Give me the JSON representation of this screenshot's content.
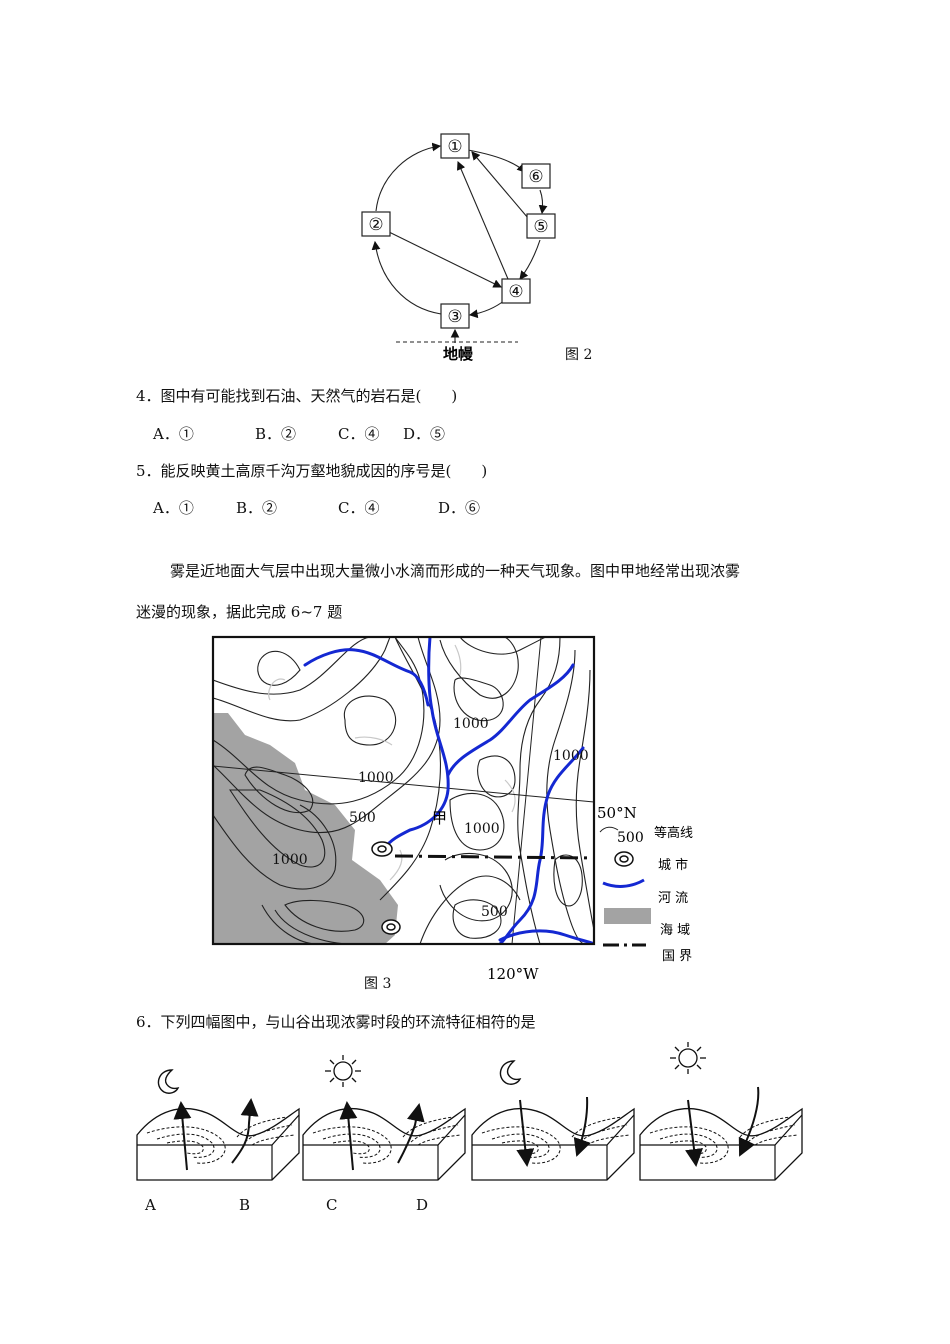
{
  "figure2": {
    "nodes": [
      "①",
      "②",
      "③",
      "④",
      "⑤",
      "⑥"
    ],
    "mantle_label": "地幔",
    "caption": "图 2"
  },
  "questions": {
    "q4": {
      "stem": "4．图中有可能找到石油、天然气的岩石是(　　)",
      "options": [
        "A．①",
        "B．②",
        "C．④",
        "D．⑤"
      ]
    },
    "q5": {
      "stem": "5．能反映黄土高原千沟万壑地貌成因的序号是(　　)",
      "options": [
        "A．①",
        "B．②",
        "C．④",
        "D．⑥"
      ]
    },
    "intro_line1": "雾是近地面大气层中出现大量微小水滴而形成的一种天气现象。图中甲地经常出现浓雾",
    "intro_line2": "迷漫的现象，据此完成 6~7 题",
    "q6": {
      "stem": "6．下列四幅图中，与山谷出现浓雾时段的环流特征相符的是",
      "options": [
        "A",
        "B",
        "C",
        "D"
      ]
    }
  },
  "figure3": {
    "contour_labels": [
      "1000",
      "1000",
      "1000",
      "500",
      "1000",
      "1000",
      "500"
    ],
    "place_label": "甲",
    "latitude_label": "50°N",
    "longitude_label": "120°W",
    "caption": "图 3",
    "legend": [
      {
        "value": "500",
        "label": "等高线"
      },
      {
        "label": "城 市"
      },
      {
        "label": "河 流"
      },
      {
        "label": "海 域"
      },
      {
        "label": "国 界"
      }
    ],
    "colors": {
      "river": "#1428d2",
      "sea": "#a3a3a3"
    }
  }
}
